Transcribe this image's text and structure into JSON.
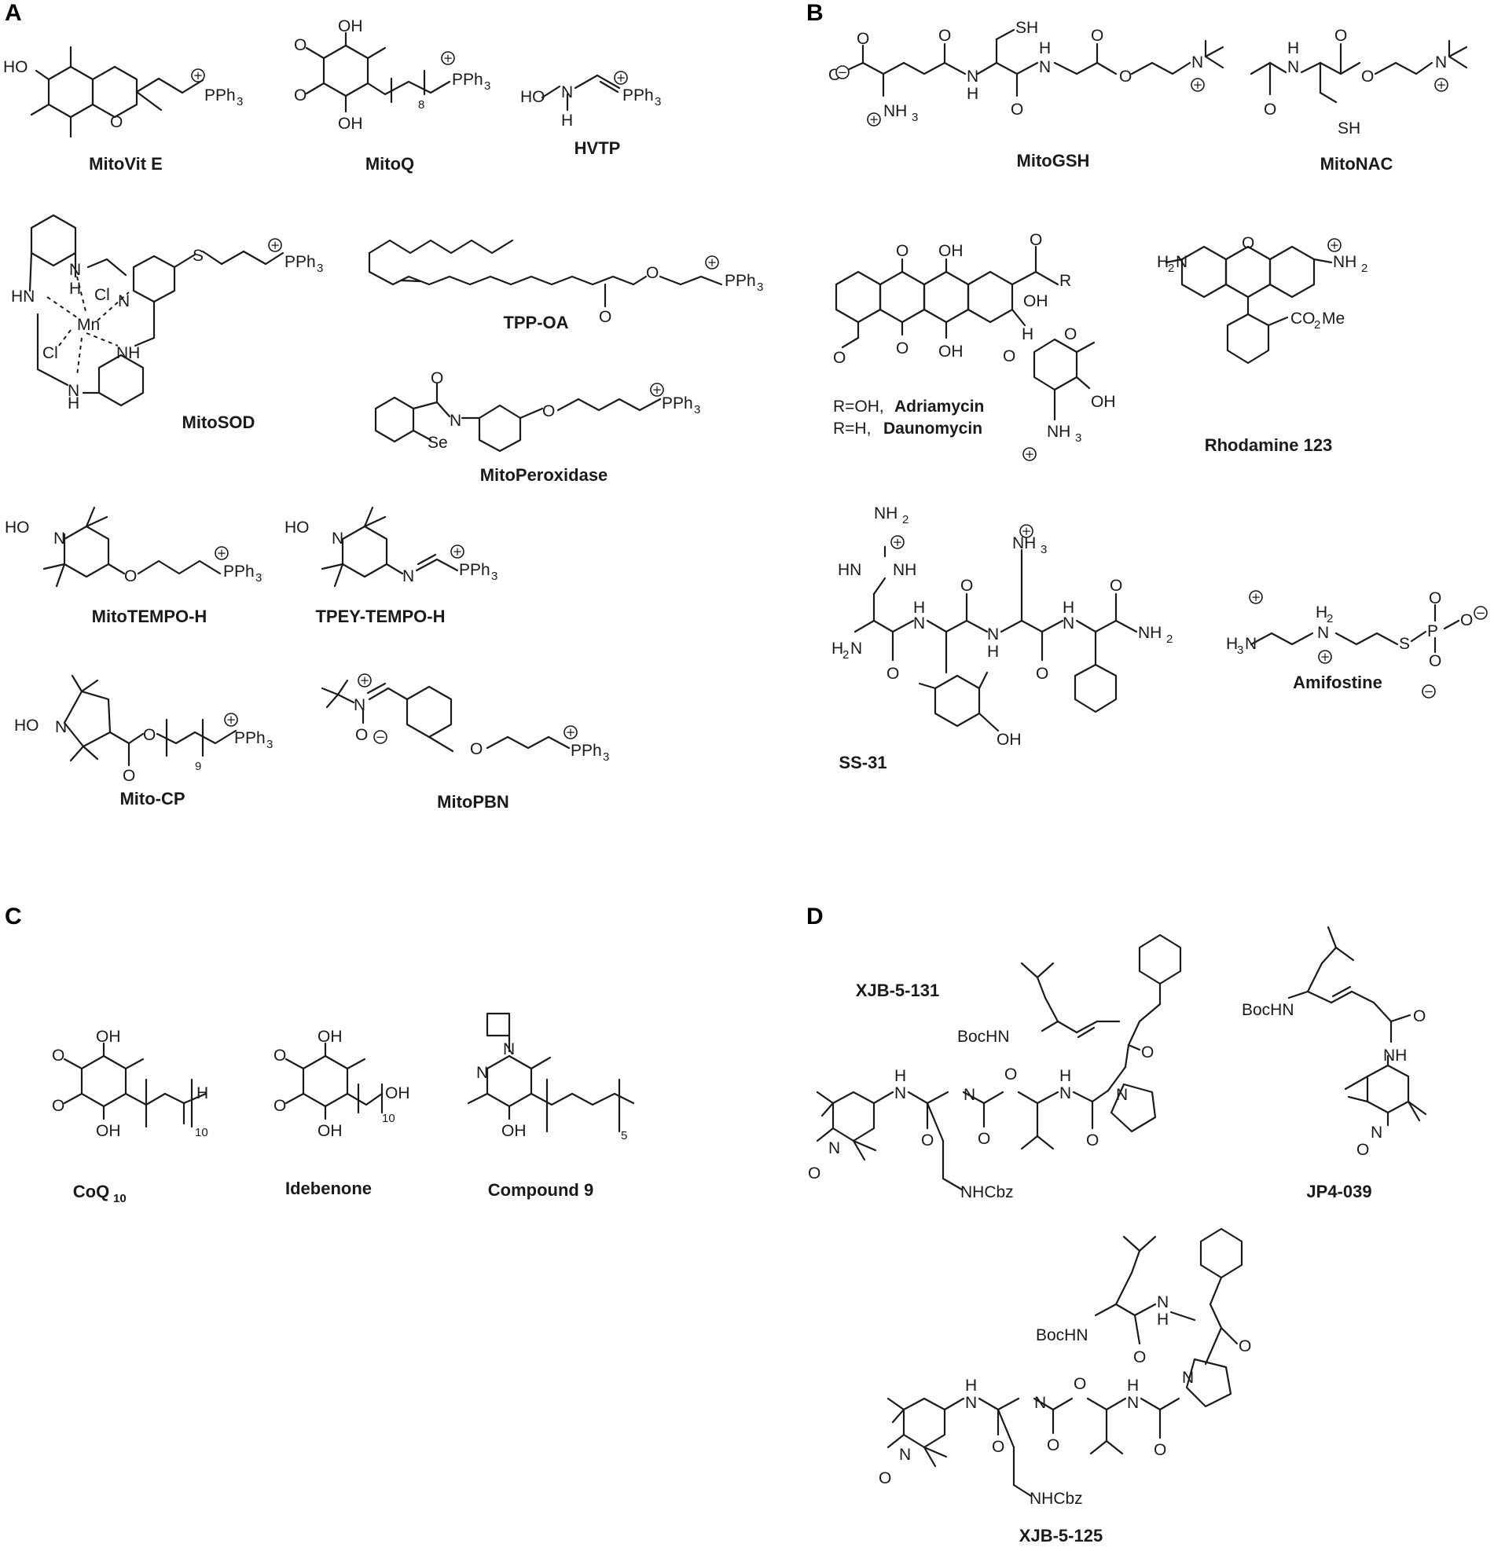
{
  "panels": {
    "a": "A",
    "b": "B",
    "c": "C",
    "d": "D"
  },
  "compounds": {
    "mitovite": "MitoVit E",
    "mitoq": "MitoQ",
    "hvtp": "HVTP",
    "mitosod": "MitoSOD",
    "tppoa": "TPP-OA",
    "mitoperoxidase": "MitoPeroxidase",
    "mitotempoh": "MitoTEMPO-H",
    "tpeytempoh": "TPEY-TEMPO-H",
    "mitocp": "Mito-CP",
    "mitopbn": "MitoPBN",
    "mitogsh": "MitoGSH",
    "mitonac": "MitoNAC",
    "rhodamine": "Rhodamine 123",
    "ss31": "SS-31",
    "amifostine": "Amifostine",
    "coq10_base": "CoQ",
    "coq10_sub": "10",
    "idebenone": "Idebenone",
    "compound9": "Compound 9",
    "xjb5131": "XJB-5-131",
    "jp4039": "JP4-039",
    "xjb5125": "XJB-5-125"
  },
  "notes": {
    "adria_r": "R=OH,",
    "adria_name": "Adriamycin",
    "dauno_r": "R=H,",
    "dauno_name": "Daunomycin"
  },
  "atoms": {
    "pph3": "PPh",
    "three": "3",
    "ho": "HO",
    "oh": "OH",
    "o": "O",
    "n": "N",
    "h": "H",
    "nh": "NH",
    "hn": "HN",
    "sh": "SH",
    "s": "S",
    "se": "Se",
    "cl": "Cl",
    "mn": "Mn",
    "r": "R",
    "p": "P",
    "nh2": "NH",
    "h2n": "H",
    "h3n": "H",
    "nh3": "NH",
    "two": "2",
    "co2me": "CO",
    "me": "Me",
    "bochn": "BocHN",
    "nhcbz": "NHCbz",
    "ho_n": "HO",
    "o_dot": "O",
    "plus": "+",
    "minus": "−",
    "n8": "8",
    "n9": "9",
    "n10": "10",
    "n5": "5"
  }
}
